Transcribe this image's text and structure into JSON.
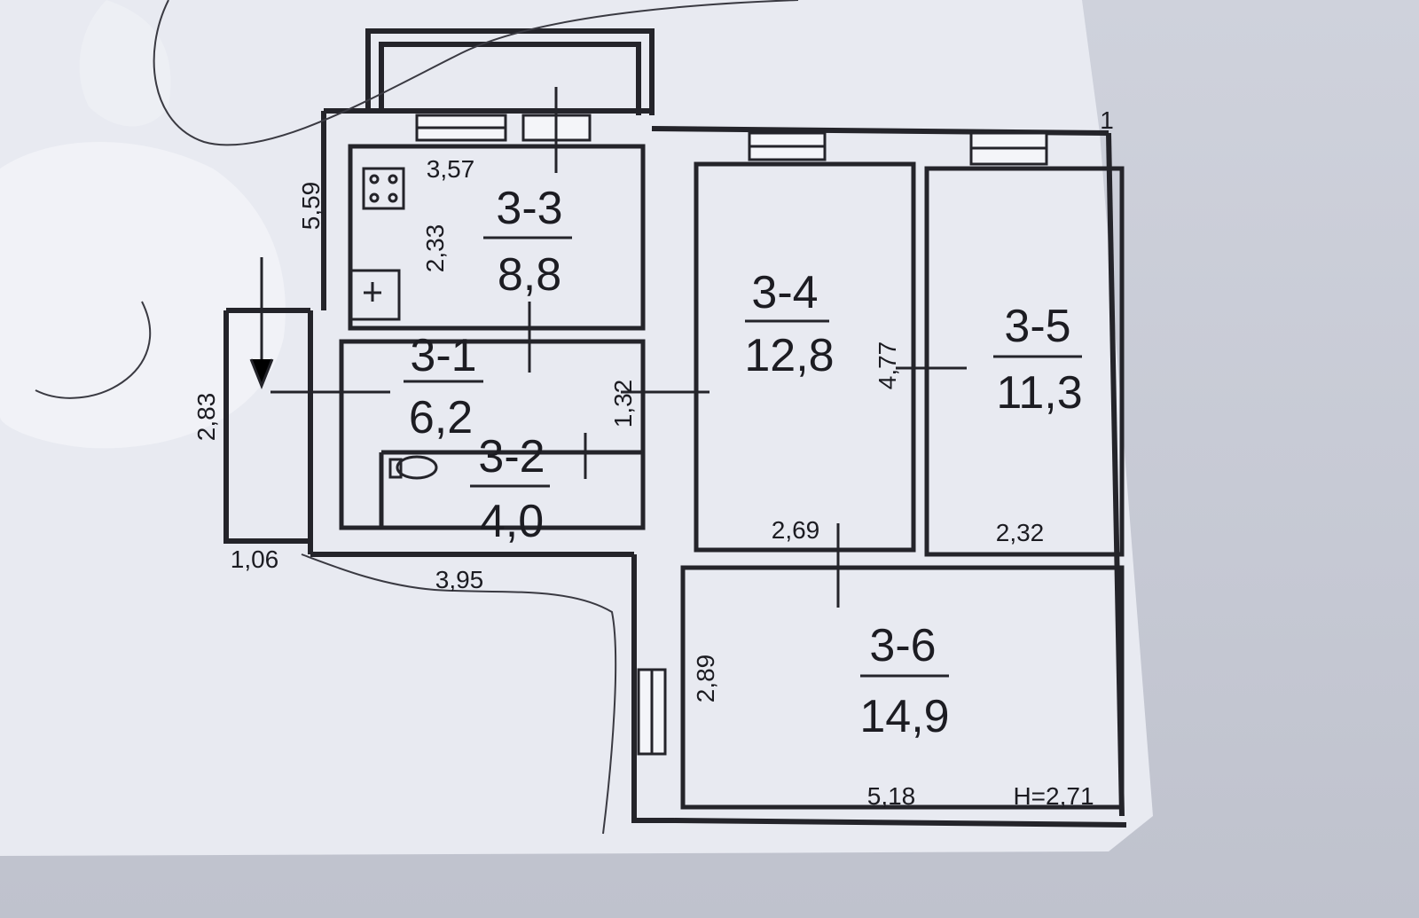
{
  "rooms": [
    {
      "id": "3-3",
      "area": "8,8"
    },
    {
      "id": "3-1",
      "area": "6,2"
    },
    {
      "id": "3-2",
      "area": "4,0"
    },
    {
      "id": "3-4",
      "area": "12,8"
    },
    {
      "id": "3-5",
      "area": "11,3"
    },
    {
      "id": "3-6",
      "area": "14,9"
    }
  ],
  "dimensions": {
    "kitchen_width": "3,57",
    "kitchen_depth": "2,33",
    "outer_left": "5,59",
    "balcony_left": "2,83",
    "hall_depth": "1,32",
    "room34_depth": "4,77",
    "room34_width": "2,69",
    "room35_width": "2,32",
    "entrance_width": "1,06",
    "hall_length": "3,95",
    "room36_depth": "2,89",
    "room36_width": "5,18",
    "ceiling_height": "H=2,71",
    "corner_mark": "1"
  },
  "colors": {
    "paper": "#e9ebf2",
    "ink": "#24242a",
    "background": "#c9ccd6"
  }
}
